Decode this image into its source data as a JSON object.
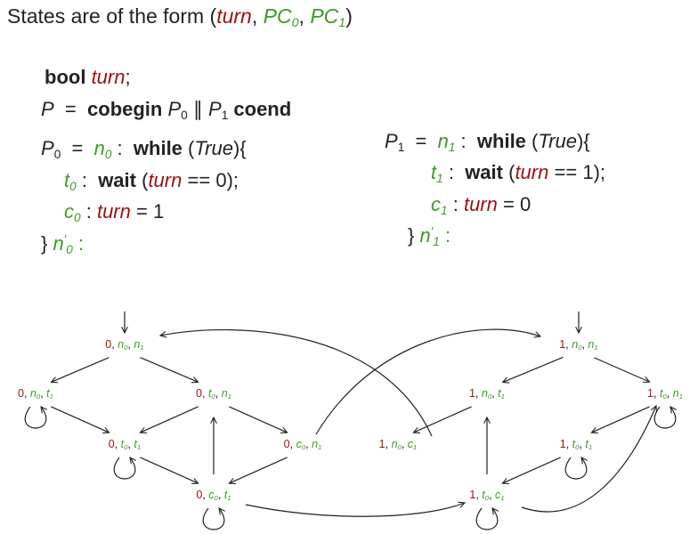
{
  "header": {
    "prefix": "States are of the form (",
    "v1": "turn",
    "sep1": ",  ",
    "v2": "PC",
    "v2_sub": "0",
    "sep2": ",  ",
    "v3": "PC",
    "v3_sub": "1",
    "suffix": ")"
  },
  "program": {
    "decl_kw": "bool",
    "decl_var": "turn",
    "decl_end": ";",
    "p_name": "P",
    "p_eq": "=",
    "cobegin": "cobegin",
    "par": "∥",
    "coend": "coend",
    "proc0": {
      "name": "P",
      "sub": "0",
      "eq": "=",
      "label_n": "n",
      "label_n_sub": "0",
      "colon": ":",
      "while_kw": "while",
      "cond": "True",
      "t_label": "t",
      "t_sub": "0",
      "wait_kw": "wait",
      "wait_var": "turn",
      "wait_op": "==",
      "wait_val": "0",
      "wait_end": ");",
      "c_label": "c",
      "c_sub": "0",
      "assign_var": "turn",
      "assign_op": "=",
      "assign_val": "1",
      "close": "}",
      "exit_label": "n",
      "exit_sup": "′",
      "exit_sub": "0"
    },
    "proc1": {
      "name": "P",
      "sub": "1",
      "eq": "=",
      "label_n": "n",
      "label_n_sub": "1",
      "colon": ":",
      "while_kw": "while",
      "cond": "True",
      "t_label": "t",
      "t_sub": "1",
      "wait_kw": "wait",
      "wait_var": "turn",
      "wait_op": "==",
      "wait_val": "1",
      "wait_end": ");",
      "c_label": "c",
      "c_sub": "1",
      "assign_var": "turn",
      "assign_op": "=",
      "assign_val": "0",
      "close": "}",
      "exit_label": "n",
      "exit_sup": "′",
      "exit_sub": "1"
    }
  },
  "graph": {
    "colors": {
      "turn": "#9b1111",
      "pc": "#3a9c24",
      "edge": "#222222"
    },
    "nodes": [
      {
        "id": "A",
        "turn": "0",
        "pc0": "n",
        "pc0_sub": "0",
        "pc1": "n",
        "pc1_sub": "1",
        "initial": true
      },
      {
        "id": "B",
        "turn": "0",
        "pc0": "n",
        "pc0_sub": "0",
        "pc1": "t",
        "pc1_sub": "1"
      },
      {
        "id": "C",
        "turn": "0",
        "pc0": "t",
        "pc0_sub": "0",
        "pc1": "n",
        "pc1_sub": "1"
      },
      {
        "id": "D",
        "turn": "0",
        "pc0": "t",
        "pc0_sub": "0",
        "pc1": "t",
        "pc1_sub": "1"
      },
      {
        "id": "E",
        "turn": "0",
        "pc0": "c",
        "pc0_sub": "0",
        "pc1": "n",
        "pc1_sub": "1"
      },
      {
        "id": "F",
        "turn": "0",
        "pc0": "c",
        "pc0_sub": "0",
        "pc1": "t",
        "pc1_sub": "1"
      },
      {
        "id": "G",
        "turn": "1",
        "pc0": "n",
        "pc0_sub": "0",
        "pc1": "n",
        "pc1_sub": "1",
        "initial": true
      },
      {
        "id": "H",
        "turn": "1",
        "pc0": "n",
        "pc0_sub": "0",
        "pc1": "t",
        "pc1_sub": "1"
      },
      {
        "id": "I",
        "turn": "1",
        "pc0": "t",
        "pc0_sub": "0",
        "pc1": "n",
        "pc1_sub": "1"
      },
      {
        "id": "J",
        "turn": "1",
        "pc0": "t",
        "pc0_sub": "0",
        "pc1": "t",
        "pc1_sub": "1"
      },
      {
        "id": "K",
        "turn": "1",
        "pc0": "n",
        "pc0_sub": "0",
        "pc1": "c",
        "pc1_sub": "1"
      },
      {
        "id": "L",
        "turn": "1",
        "pc0": "t",
        "pc0_sub": "0",
        "pc1": "c",
        "pc1_sub": "1"
      }
    ],
    "edges": [
      {
        "from": "A",
        "to": "B"
      },
      {
        "from": "A",
        "to": "C"
      },
      {
        "from": "B",
        "to": "D"
      },
      {
        "from": "C",
        "to": "D"
      },
      {
        "from": "C",
        "to": "E"
      },
      {
        "from": "E",
        "to": "F"
      },
      {
        "from": "D",
        "to": "F"
      },
      {
        "from": "F",
        "to": "C"
      },
      {
        "from": "E",
        "to": "G"
      },
      {
        "from": "F",
        "to": "L"
      },
      {
        "from": "G",
        "to": "H"
      },
      {
        "from": "G",
        "to": "I"
      },
      {
        "from": "I",
        "to": "J"
      },
      {
        "from": "H",
        "to": "K"
      },
      {
        "from": "J",
        "to": "L"
      },
      {
        "from": "L",
        "to": "H"
      },
      {
        "from": "K",
        "to": "A"
      },
      {
        "from": "L",
        "to": "I"
      }
    ],
    "self_loops": [
      "B",
      "D",
      "F",
      "I",
      "J",
      "L"
    ]
  }
}
